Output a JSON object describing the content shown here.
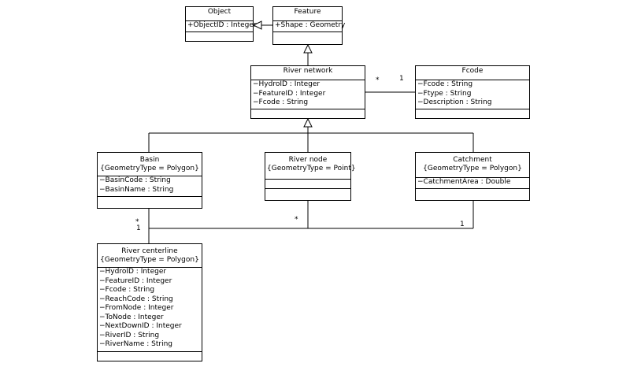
{
  "classes": {
    "object": {
      "name": "Object",
      "attributes": [
        "+ObjectID : Integer"
      ]
    },
    "feature": {
      "name": "Feature",
      "attributes": [
        "+Shape : Geometry"
      ]
    },
    "river_network": {
      "name": "River network",
      "attributes": [
        "−HydroID : Integer",
        "−FeatureID : Integer",
        "−Fcode : String"
      ]
    },
    "fcode": {
      "name": "Fcode",
      "attributes": [
        "−Fcode : String",
        "−Ftype : String",
        "−Description : String"
      ]
    },
    "basin": {
      "name": "Basin",
      "stereotype": "{GeometryType = Polygon}",
      "attributes": [
        "−BasinCode : String",
        "−BasinName : String"
      ]
    },
    "river_node": {
      "name": "River node",
      "stereotype": "{GeometryType = Point}",
      "attributes": []
    },
    "catchment": {
      "name": "Catchment",
      "stereotype": "{GeometryType = Polygon}",
      "attributes": [
        "−CatchmentArea : Double"
      ]
    },
    "river_centerline": {
      "name": "River centerline",
      "stereotype": "{GeometryType = Polygon}",
      "attributes": [
        "−HydroID : Integer",
        "−FeatureID : Integer",
        "−Fcode : String",
        "−ReachCode : String",
        "−FromNode : Integer",
        "−ToNode : Integer",
        "−NextDownID : Integer",
        "−RiverID : String",
        "−RiverName : String"
      ]
    }
  },
  "multiplicities": {
    "network_side": "*",
    "fcode_side": "1",
    "basin_star": "*",
    "basin_one": "1",
    "node_star": "*",
    "catchment_one": "1"
  }
}
